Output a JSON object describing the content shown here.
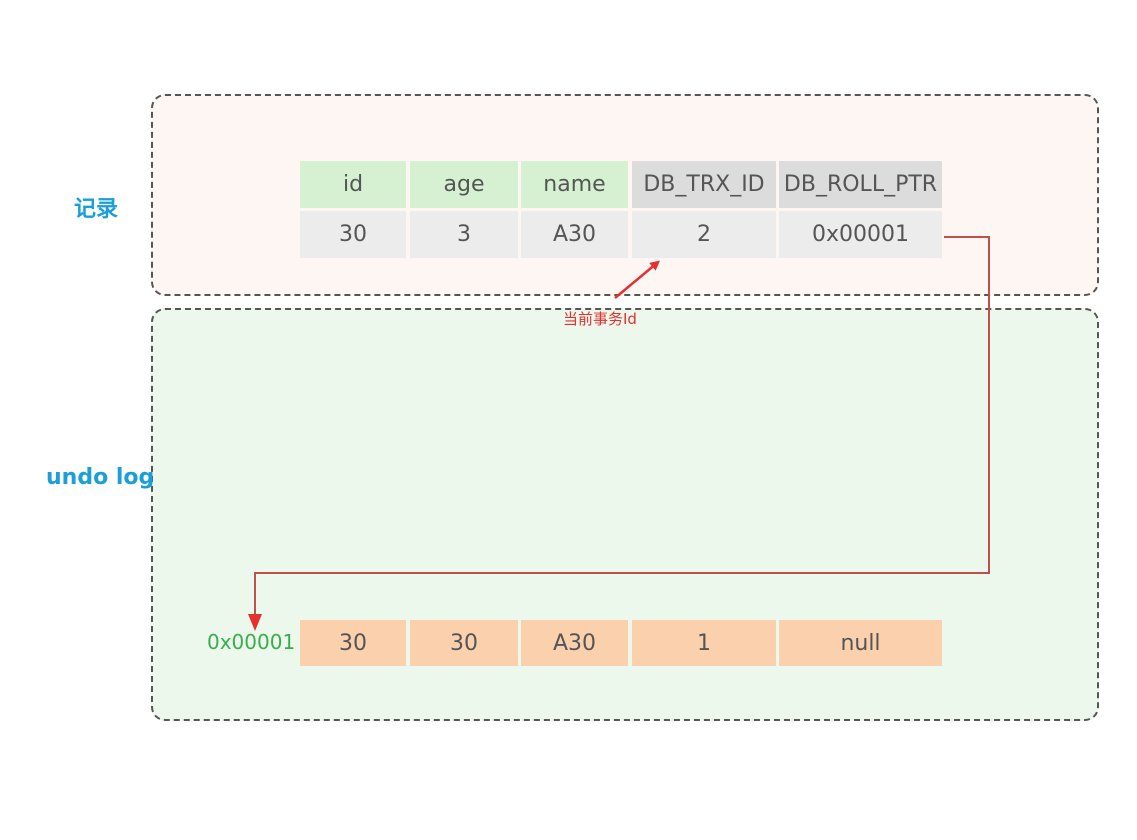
{
  "labels": {
    "record": "记录",
    "undo_log": "undo log",
    "current_trx": "当前事务Id",
    "undo_address": "0x00001"
  },
  "record_table": {
    "headers": [
      "id",
      "age",
      "name",
      "DB_TRX_ID",
      "DB_ROLL_PTR"
    ],
    "row": [
      "30",
      "3",
      "A30",
      "2",
      "0x00001"
    ]
  },
  "undo_table": {
    "row": [
      "30",
      "30",
      "A30",
      "1",
      "null"
    ]
  },
  "colors": {
    "label_blue": "#1a9fd8",
    "arrow_red": "#e53030",
    "pointer_line": "#c0504d",
    "address_green": "#3aae4e",
    "header_green": "#d6f1d2",
    "header_gray": "#dcdcdc",
    "undo_orange": "#fbd0ad"
  }
}
